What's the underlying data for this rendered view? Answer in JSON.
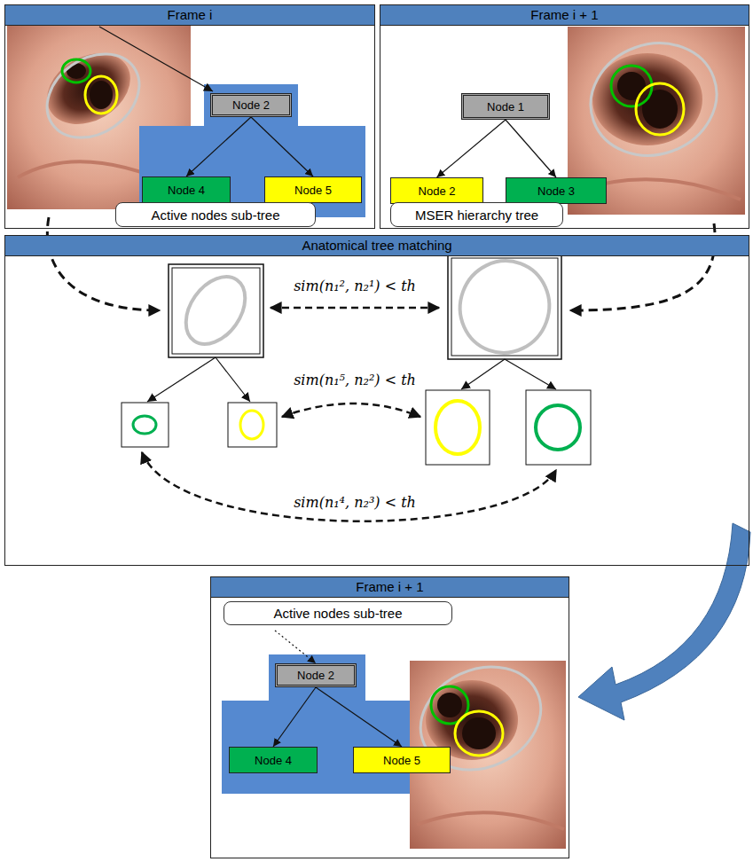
{
  "diagram": {
    "nodes": [
      {
        "text": [
          "Frame i"
        ]
      },
      {
        "text": [
          "Node 2"
        ],
        "in": 0
      },
      {
        "text": [
          "Node 4"
        ],
        "in": 0
      },
      {
        "text": [
          "Node 5"
        ],
        "in": 0
      },
      {
        "text": [
          "Active nodes sub-tree"
        ],
        "in": 0
      },
      {
        "text": [
          "Frame i + 1"
        ]
      },
      {
        "text": [
          "Node 1"
        ],
        "in": 5
      },
      {
        "text": [
          "Node 2"
        ],
        "in": 5
      },
      {
        "text": [
          "Node 3"
        ],
        "in": 5
      },
      {
        "text": [
          "MSER hierarchy tree"
        ],
        "in": 5
      },
      {
        "text": [
          "Anatomical tree matching"
        ]
      },
      {
        "text": [
          "Frame i + 1"
        ]
      },
      {
        "text": [
          "Active nodes sub-tree"
        ],
        "in": 11
      },
      {
        "text": [
          "Node 2"
        ],
        "in": 11
      },
      {
        "text": [
          "Node 4"
        ],
        "in": 11
      },
      {
        "text": [
          "Node 5"
        ],
        "in": 11
      }
    ],
    "edges": [
      {
        "from": 1,
        "to": 2,
        "arrow": "to"
      },
      {
        "from": 1,
        "to": 3,
        "arrow": "to"
      },
      {
        "from": 6,
        "to": 7,
        "arrow": "to"
      },
      {
        "from": 6,
        "to": 8,
        "arrow": "to"
      },
      {
        "from": 12,
        "to": 13,
        "arrow": "to"
      },
      {
        "from": 13,
        "to": 14,
        "arrow": "to"
      },
      {
        "from": 13,
        "to": 15,
        "arrow": "to"
      }
    ],
    "labels": [
      "sim(n₁², n₂¹) < th",
      "sim(n₁⁵, n₂²) < th",
      "sim(n₁⁴, n₂³) < th"
    ]
  }
}
